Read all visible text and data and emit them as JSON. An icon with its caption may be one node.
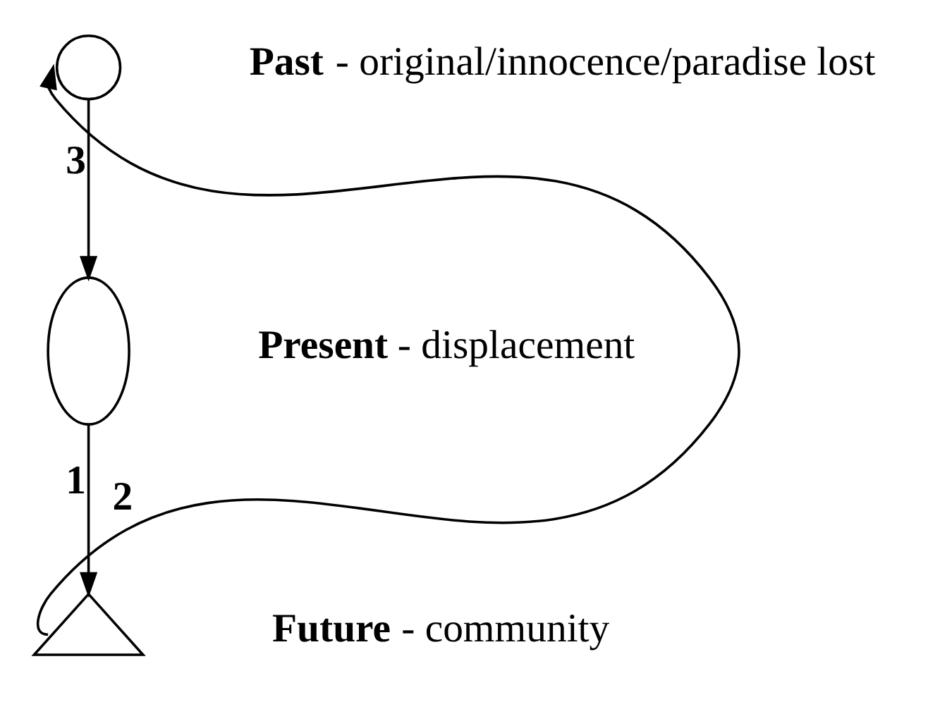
{
  "diagram": {
    "nodes": [
      {
        "text": [],
        "shape": "circle",
        "beside": [
          "**Past** - original/innocence/paradise lost"
        ]
      },
      {
        "text": [],
        "shape": "ellipse",
        "beside": [
          "**Present** - displacement"
        ]
      },
      {
        "text": [],
        "shape": "triangle",
        "beside": [
          "**Future** - community"
        ]
      }
    ],
    "edges": [
      {
        "from": 0,
        "to": 1,
        "arrow": "to",
        "label": "3"
      },
      {
        "from": 1,
        "to": 2,
        "arrow": "to",
        "label": "1"
      },
      {
        "from": 2,
        "to": 0,
        "arrow": "to",
        "label": "2"
      }
    ]
  }
}
